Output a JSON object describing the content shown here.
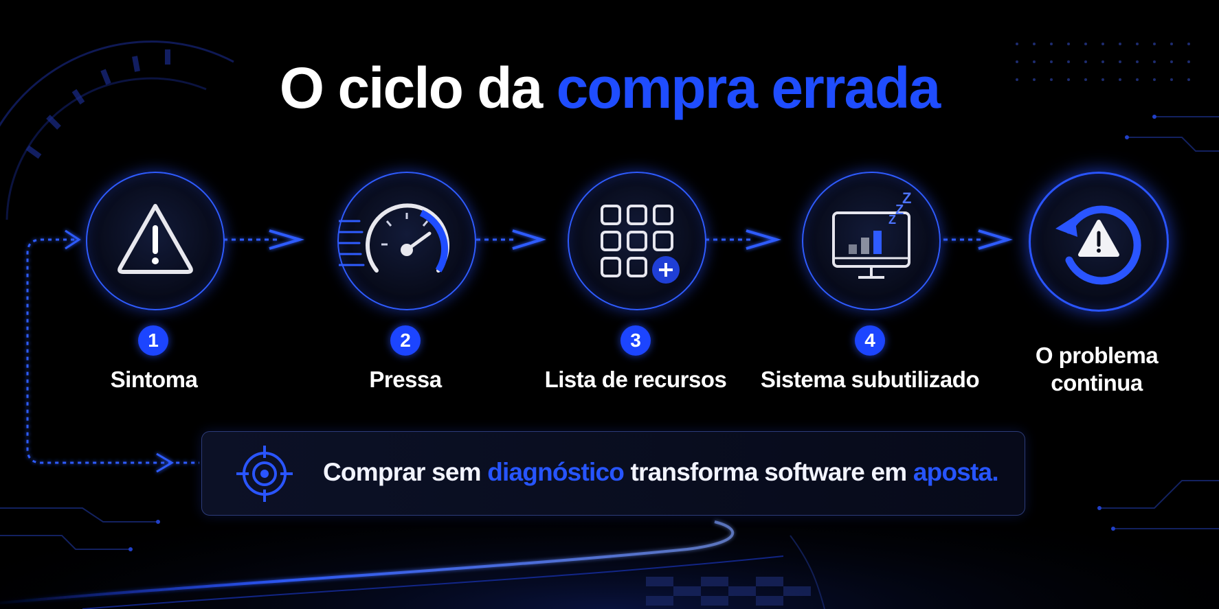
{
  "title": {
    "part1": "O ciclo da",
    "part2": "compra errada"
  },
  "steps": [
    {
      "number": "1",
      "label": "Sintoma",
      "icon": "warning-triangle-icon"
    },
    {
      "number": "2",
      "label": "Pressa",
      "icon": "speedometer-icon"
    },
    {
      "number": "3",
      "label": "Lista de recursos",
      "icon": "feature-grid-plus-icon"
    },
    {
      "number": "4",
      "label": "Sistema subutilizado",
      "icon": "idle-monitor-chart-icon"
    },
    {
      "label_line1": "O problema",
      "label_line2": "continua",
      "icon": "repeat-warning-icon"
    }
  ],
  "banner": {
    "icon": "target-crosshair-icon",
    "text_a": "Comprar sem ",
    "text_b": "diagnóstico",
    "text_c": " transforma software em ",
    "text_d": "aposta."
  },
  "colors": {
    "accent": "#1f4dff",
    "background": "#000000",
    "text": "#ffffff"
  }
}
